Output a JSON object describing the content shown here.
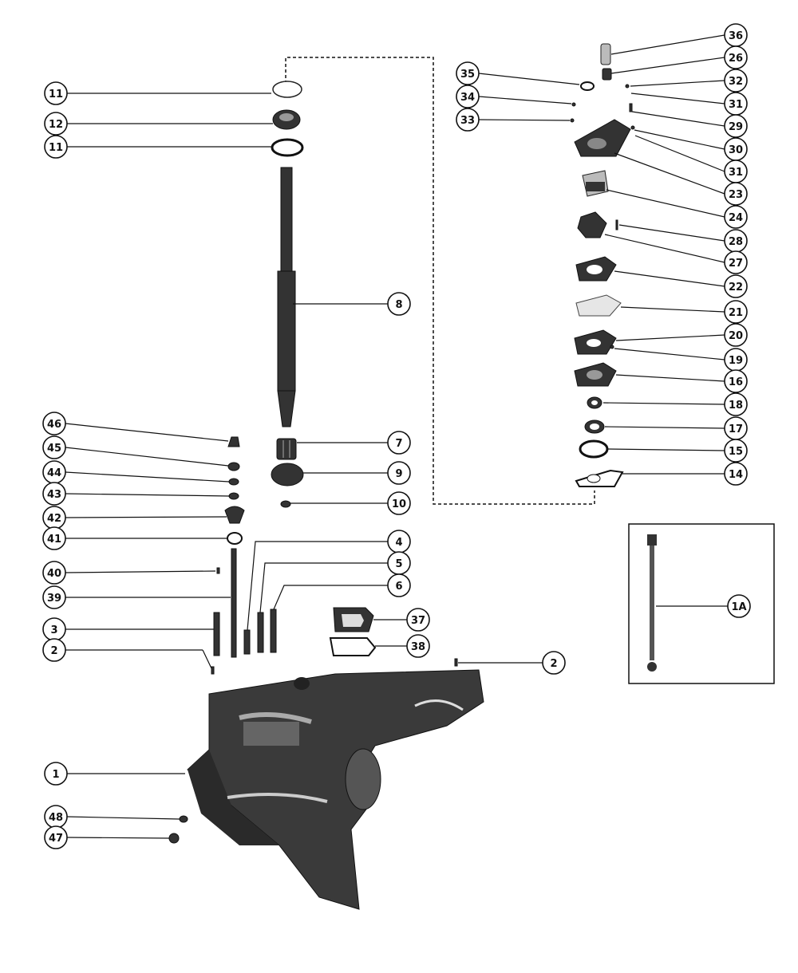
{
  "callouts": {
    "c11a": "11",
    "c12": "12",
    "c11b": "11",
    "c8": "8",
    "c35": "35",
    "c34": "34",
    "c33": "33",
    "c36": "36",
    "c26": "26",
    "c32": "32",
    "c31a": "31",
    "c29": "29",
    "c30": "30",
    "c31b": "31",
    "c23": "23",
    "c24": "24",
    "c28": "28",
    "c27": "27",
    "c22": "22",
    "c21": "21",
    "c20": "20",
    "c19": "19",
    "c16": "16",
    "c18": "18",
    "c17": "17",
    "c15": "15",
    "c14": "14",
    "c46": "46",
    "c45": "45",
    "c44": "44",
    "c43": "43",
    "c42": "42",
    "c41": "41",
    "c40": "40",
    "c39": "39",
    "c3": "3",
    "c2a": "2",
    "c2b": "2",
    "c7": "7",
    "c9": "9",
    "c10": "10",
    "c4": "4",
    "c5": "5",
    "c6": "6",
    "c37": "37",
    "c38": "38",
    "c1A": "1A",
    "c1": "1",
    "c48": "48",
    "c47": "47"
  },
  "colors": {
    "ink": "#111111",
    "part_dark": "#333333",
    "part_light": "#bbbbbb",
    "paper": "#ffffff"
  }
}
